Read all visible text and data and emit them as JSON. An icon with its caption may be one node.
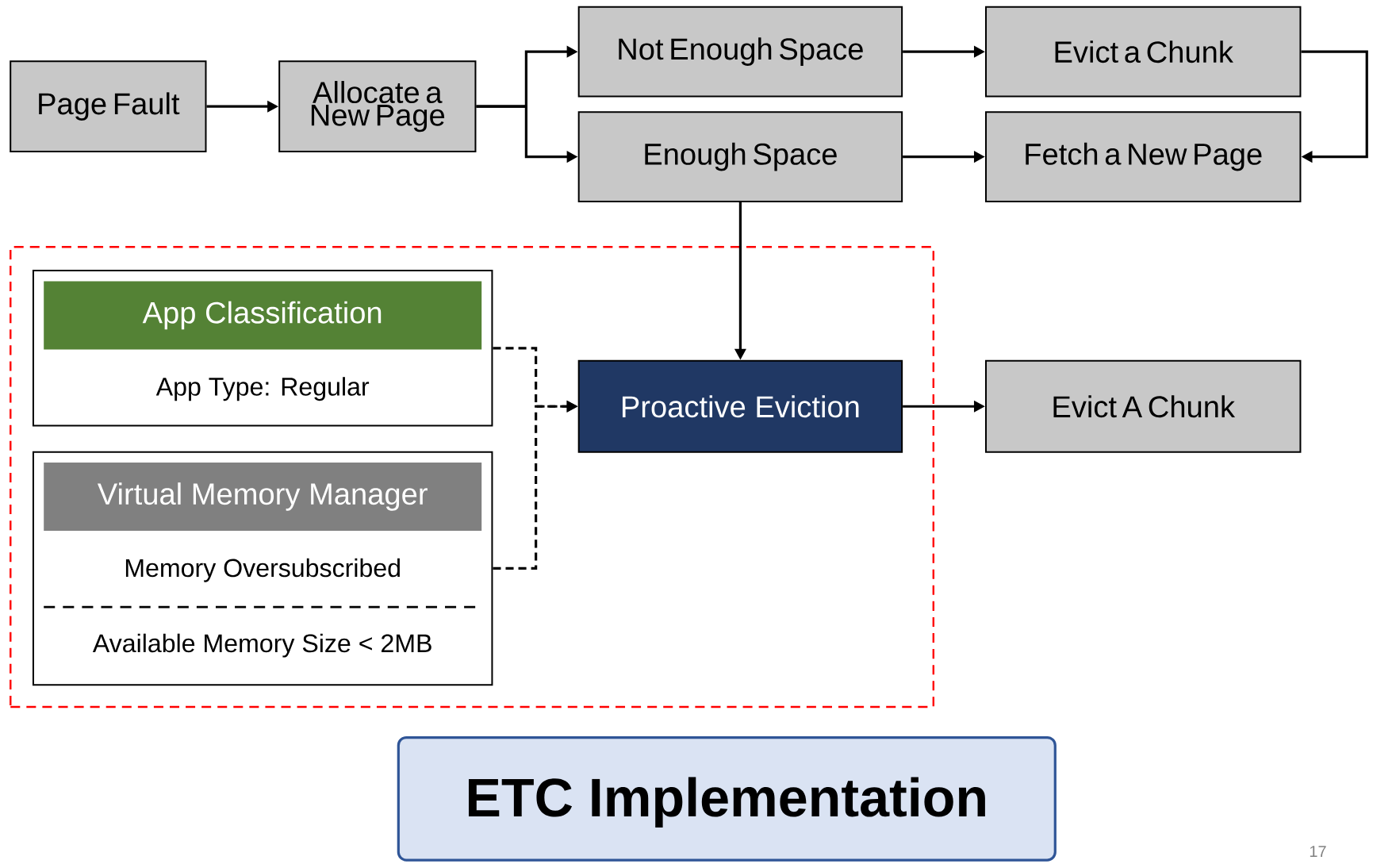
{
  "diagram": {
    "title": "ETC Implementation",
    "nodes": [
      {
        "text": [
          "Page Fault"
        ]
      },
      {
        "text": [
          "Allocate a New Page"
        ]
      },
      {
        "text": [
          "Not Enough Space"
        ]
      },
      {
        "text": [
          "Evict a Chunk"
        ]
      },
      {
        "text": [
          "Enough Space"
        ]
      },
      {
        "text": [
          "Fetch a New Page"
        ]
      },
      {
        "text": [],
        "shape": "box"
      },
      {
        "text": [
          "App Classification",
          "App Type: Regular"
        ],
        "in": 6
      },
      {
        "text": [
          "Virtual Memory Manager",
          "Memory Oversubscribed",
          "Available Memory Size < 2MB"
        ],
        "in": 6
      },
      {
        "text": [
          "Proactive Eviction"
        ],
        "in": 6
      },
      {
        "text": [
          "Evict A Chunk"
        ]
      }
    ],
    "edges": [
      {
        "from": 0,
        "to": 1,
        "arrow": "to"
      },
      {
        "from": 1,
        "to": 2,
        "arrow": "to"
      },
      {
        "from": 1,
        "to": 4,
        "arrow": "to"
      },
      {
        "from": 2,
        "to": 3,
        "arrow": "to"
      },
      {
        "from": 3,
        "to": 5,
        "arrow": "to"
      },
      {
        "from": 4,
        "to": 5,
        "arrow": "to"
      },
      {
        "from": 4,
        "to": 9,
        "arrow": "to"
      },
      {
        "from": 7,
        "to": 9,
        "arrow": "to",
        "style": "dashed"
      },
      {
        "from": 8,
        "to": 9,
        "arrow": "to",
        "style": "dashed"
      },
      {
        "from": 9,
        "to": 10,
        "arrow": "to"
      }
    ],
    "labels": [
      "17"
    ]
  }
}
